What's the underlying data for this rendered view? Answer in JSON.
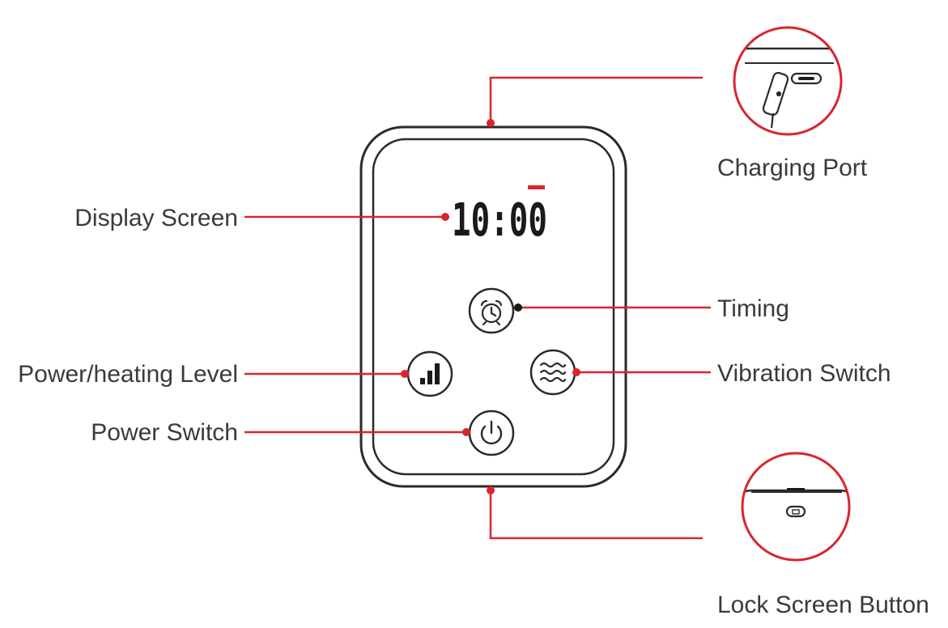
{
  "labels": {
    "display_screen": "Display Screen",
    "timing": "Timing",
    "power_heating_level": "Power/heating Level",
    "vibration_switch": "Vibration Switch",
    "power_switch": "Power Switch",
    "charging_port": "Charging Port",
    "lock_screen_button": "Lock Screen Button"
  },
  "display": {
    "time": "10:00"
  },
  "icons": {
    "timing": "alarm-clock-icon",
    "power_level": "signal-bars-icon",
    "vibration": "wave-lines-icon",
    "power": "power-icon",
    "charging_port": "usb-c-icon",
    "lock": "lock-icon"
  },
  "colors": {
    "accent": "#d9252f",
    "outline": "#2a2a2a",
    "text": "#3a3a3a"
  }
}
